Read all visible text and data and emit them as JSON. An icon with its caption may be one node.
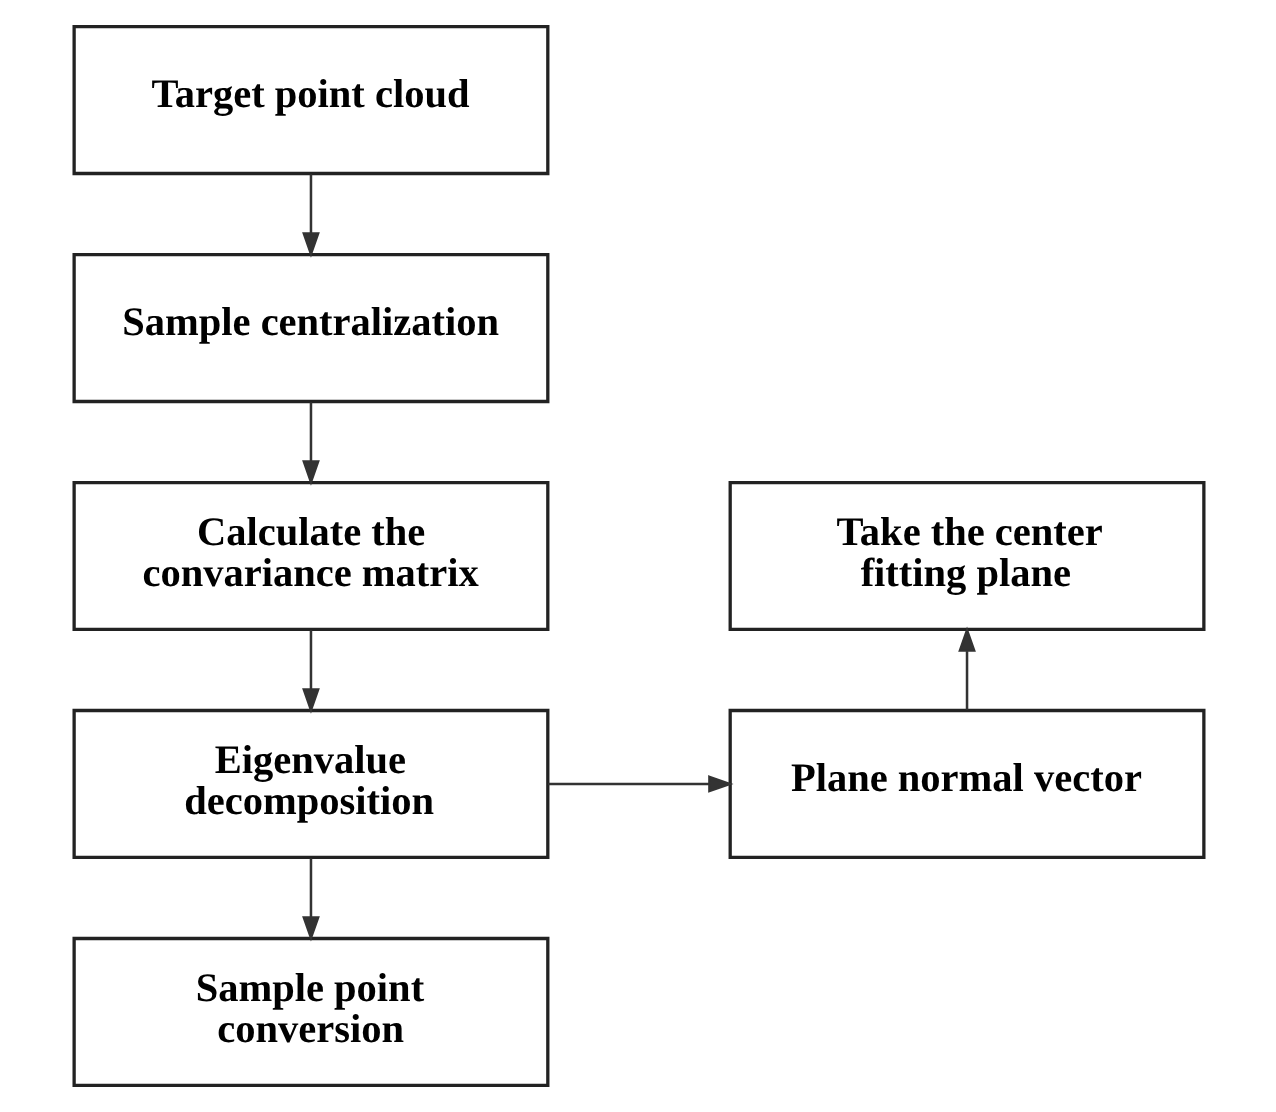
{
  "diagram": {
    "nodes": [
      {
        "text": [
          "Target point cloud"
        ]
      },
      {
        "text": [
          "Sample centralization"
        ]
      },
      {
        "text": [
          "Calculate the convariance matrix"
        ]
      },
      {
        "text": [
          "Eigenvalue decomposition"
        ]
      },
      {
        "text": [
          "Sample point conversion"
        ]
      },
      {
        "text": [
          "Plane normal vector"
        ]
      },
      {
        "text": [
          "Take the center fitting plane"
        ]
      }
    ],
    "edges": [
      {
        "from": 0,
        "to": 1,
        "arrow": "to"
      },
      {
        "from": 1,
        "to": 2,
        "arrow": "to"
      },
      {
        "from": 2,
        "to": 3,
        "arrow": "to"
      },
      {
        "from": 3,
        "to": 4,
        "arrow": "to"
      },
      {
        "from": 3,
        "to": 5,
        "arrow": "to"
      },
      {
        "from": 5,
        "to": 6,
        "arrow": "to"
      }
    ]
  }
}
